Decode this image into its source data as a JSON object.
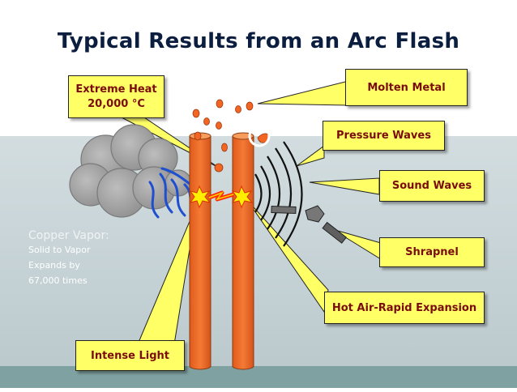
{
  "title": "Typical Results from an Arc Flash",
  "callouts": {
    "extreme_heat_line1": "Extreme Heat",
    "extreme_heat_line2": "20,000 °C",
    "molten_metal": "Molten Metal",
    "pressure_waves": "Pressure Waves",
    "sound_waves": "Sound Waves",
    "shrapnel": "Shrapnel",
    "hot_air": "Hot Air-Rapid Expansion",
    "intense_light": "Intense Light"
  },
  "copper_vapor": {
    "heading": "Copper Vapor:",
    "line1": "Solid to Vapor",
    "line2": "Expands by",
    "line3": "67,000 times"
  },
  "colors": {
    "background_top": "#ffffff",
    "background_lower": "#c5d2d6",
    "floor": "#7fa1a1",
    "callout_fill": "#ffff66",
    "callout_text": "#7a0c0c",
    "conductor": "#f26522",
    "title": "#0b1e3f"
  }
}
